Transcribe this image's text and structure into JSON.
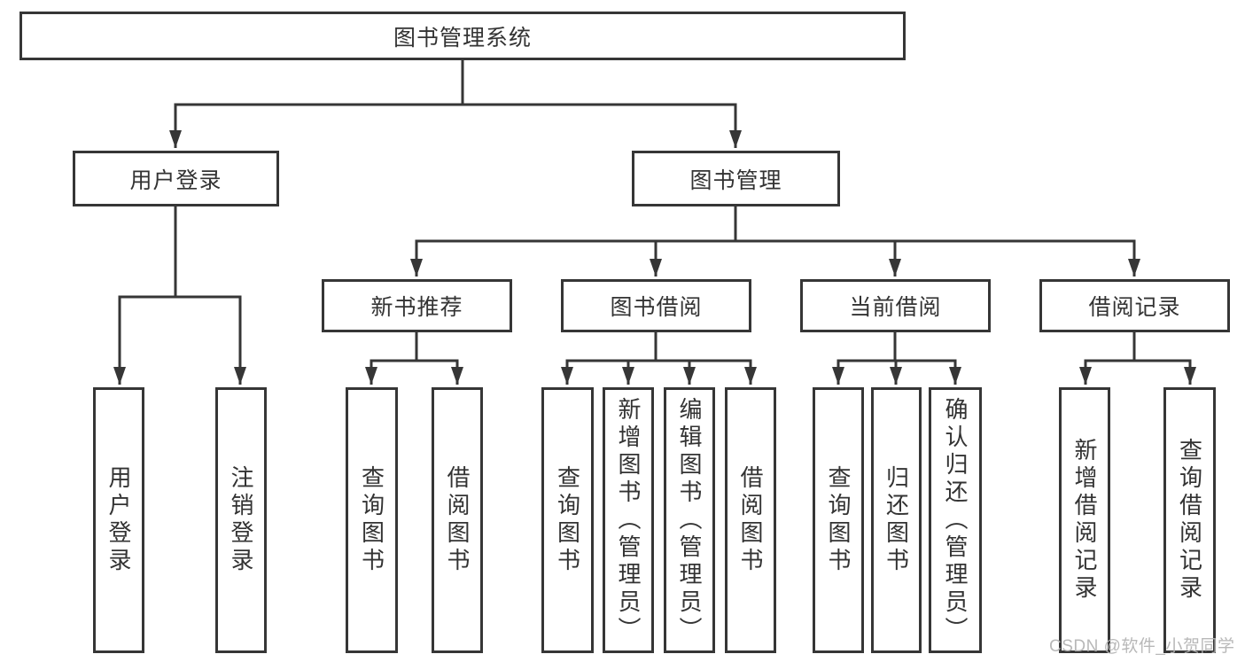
{
  "nodes": {
    "root": "图书管理系统",
    "user_login": "用户登录",
    "book_mgmt": "图书管理",
    "new_book_rec": "新书推荐",
    "book_borrow": "图书借阅",
    "current_borrow": "当前借阅",
    "borrow_records": "借阅记录",
    "leaf_user_login": "用户登录",
    "leaf_logout": "注销登录",
    "leaf_query_book_1": "查询图书",
    "leaf_borrow_book_1": "借阅图书",
    "leaf_query_book_2": "查询图书",
    "leaf_add_book": "新增图书（管理员）",
    "leaf_edit_book": "编辑图书（管理员）",
    "leaf_borrow_book_2": "借阅图书",
    "leaf_query_book_3": "查询图书",
    "leaf_return_book": "归还图书",
    "leaf_confirm_return": "确认归还（管理员）",
    "leaf_add_record": "新增借阅记录",
    "leaf_query_record": "查询借阅记录"
  },
  "watermark": "CSDN @软件_小贺同学",
  "colors": {
    "line": "#363636",
    "text": "#333333",
    "background": "#ffffff",
    "watermark": "#b2b2b2"
  }
}
